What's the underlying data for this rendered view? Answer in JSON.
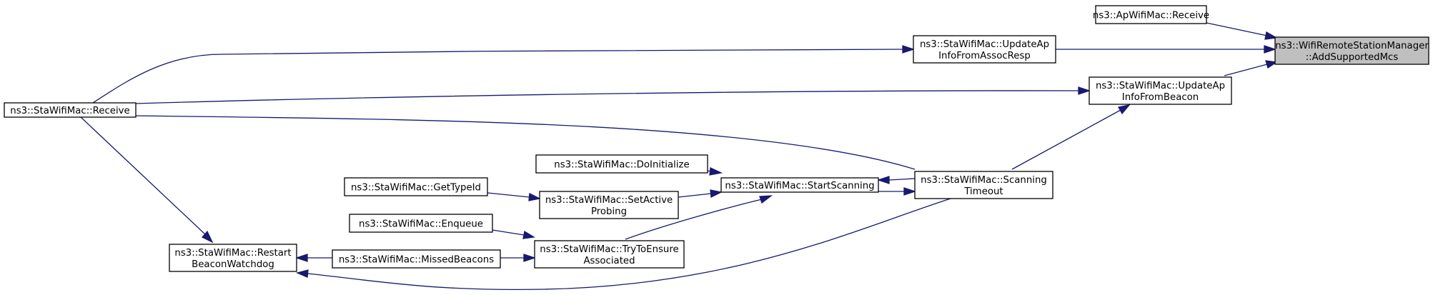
{
  "graph": {
    "nodes": {
      "addsupportedmcs": {
        "lines": [
          "ns3::WifiRemoteStationManager",
          "::AddSupportedMcs"
        ]
      },
      "apreceive": {
        "lines": [
          "ns3::ApWifiMac::Receive"
        ]
      },
      "updateassoc": {
        "lines": [
          "ns3::StaWifiMac::UpdateAp",
          "InfoFromAssocResp"
        ]
      },
      "updatebeacon": {
        "lines": [
          "ns3::StaWifiMac::UpdateAp",
          "InfoFromBeacon"
        ]
      },
      "stareceive": {
        "lines": [
          "ns3::StaWifiMac::Receive"
        ]
      },
      "scantimeout": {
        "lines": [
          "ns3::StaWifiMac::Scanning",
          "Timeout"
        ]
      },
      "startscanning": {
        "lines": [
          "ns3::StaWifiMac::StartScanning"
        ]
      },
      "doinitialize": {
        "lines": [
          "ns3::StaWifiMac::DoInitialize"
        ]
      },
      "setactive": {
        "lines": [
          "ns3::StaWifiMac::SetActive",
          "Probing"
        ]
      },
      "gettypeid": {
        "lines": [
          "ns3::StaWifiMac::GetTypeId"
        ]
      },
      "tryensure": {
        "lines": [
          "ns3::StaWifiMac::TryToEnsure",
          "Associated"
        ]
      },
      "enqueue": {
        "lines": [
          "ns3::StaWifiMac::Enqueue"
        ]
      },
      "missedbeacons": {
        "lines": [
          "ns3::StaWifiMac::MissedBeacons"
        ]
      },
      "restartwatchdog": {
        "lines": [
          "ns3::StaWifiMac::Restart",
          "BeaconWatchdog"
        ]
      }
    }
  }
}
